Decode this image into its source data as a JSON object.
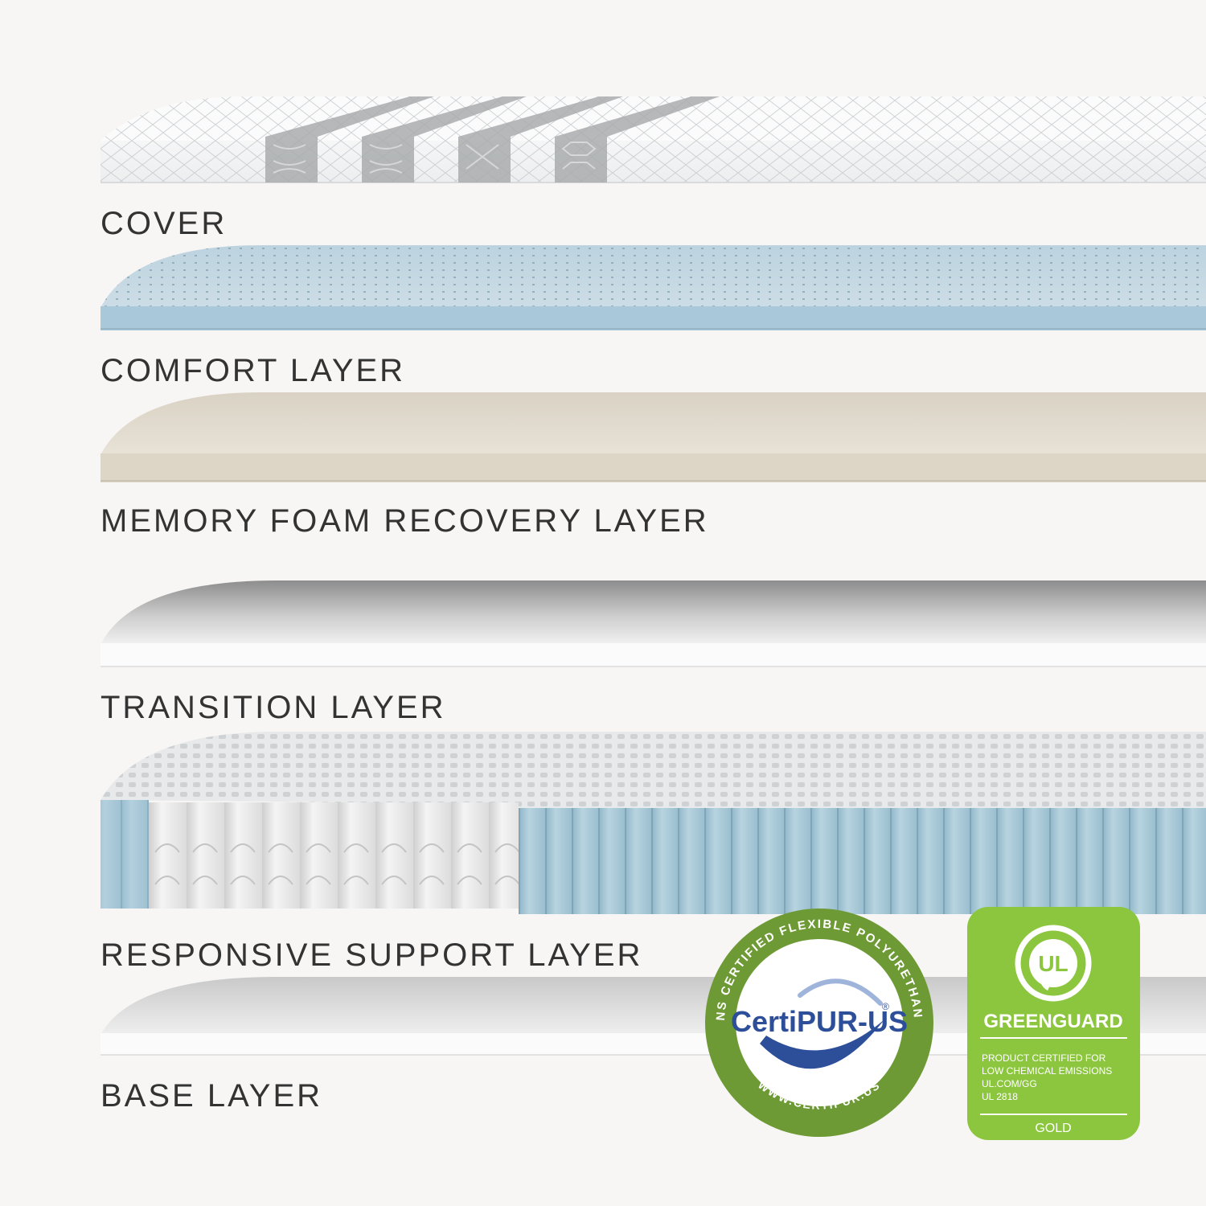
{
  "layers": {
    "cover": {
      "label": "COVER"
    },
    "comfort": {
      "label": "COMFORT LAYER"
    },
    "memory": {
      "label": "MEMORY FOAM RECOVERY LAYER"
    },
    "transition": {
      "label": "TRANSITION LAYER"
    },
    "support": {
      "label": "RESPONSIVE SUPPORT LAYER"
    },
    "base": {
      "label": "BASE LAYER"
    }
  },
  "badges": {
    "certipur": {
      "ring_text": "CONTAINS CERTIFIED FLEXIBLE POLYURETHANE FOAM",
      "logo_a": "Certi",
      "logo_b": "PUR-US",
      "registered": "®",
      "url": "WWW.CERTIPUR.US"
    },
    "greenguard": {
      "ul_mark": "UL",
      "title": "GREENGUARD",
      "line1": "PRODUCT CERTIFIED FOR",
      "line2": "LOW CHEMICAL EMISSIONS",
      "line3": "UL.COM/GG",
      "line4": "UL 2818",
      "level": "GOLD"
    }
  },
  "colors": {
    "background": "#f7f6f4",
    "comfort_blue": "#a9c8d9",
    "memory_beige": "#ddd5c6",
    "label_text": "#333333",
    "certipur_green": "#6e9a35",
    "certipur_blue": "#2d4f9a",
    "greenguard_green": "#8cc63f"
  }
}
